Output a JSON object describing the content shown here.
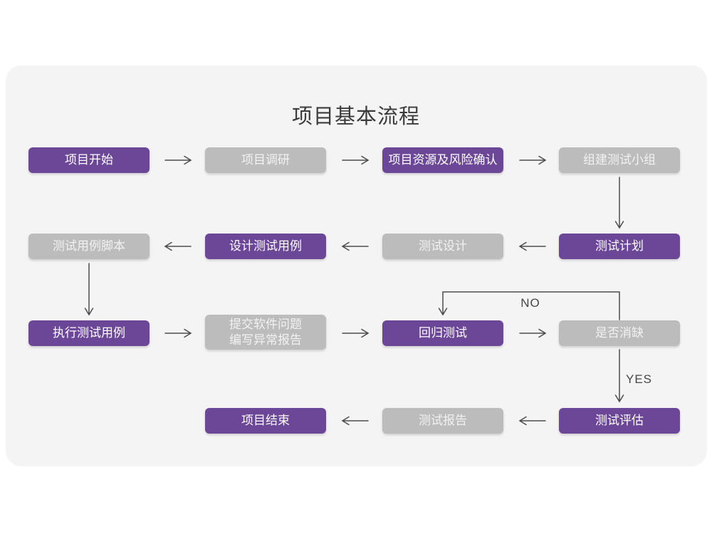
{
  "title": "项目基本流程",
  "flow": {
    "nodes": [
      {
        "label": "项目开始",
        "variant": "purple"
      },
      {
        "label": "项目调研",
        "variant": "gray"
      },
      {
        "label": "项目资源及风险确认",
        "variant": "purple"
      },
      {
        "label": "组建测试小组",
        "variant": "gray"
      },
      {
        "label": "测试计划",
        "variant": "purple"
      },
      {
        "label": "测试设计",
        "variant": "gray"
      },
      {
        "label": "设计测试用例",
        "variant": "purple"
      },
      {
        "label": "测试用例脚本",
        "variant": "gray"
      },
      {
        "label": "执行测试用例",
        "variant": "purple"
      },
      {
        "label": "提交软件问题\n编写异常报告",
        "variant": "gray"
      },
      {
        "label": "回归测试",
        "variant": "purple"
      },
      {
        "label": "是否消缺",
        "variant": "gray"
      },
      {
        "label": "测试评估",
        "variant": "purple"
      },
      {
        "label": "测试报告",
        "variant": "gray"
      },
      {
        "label": "项目结束",
        "variant": "purple"
      }
    ],
    "branch_labels": {
      "no": "NO",
      "yes": "YES"
    }
  },
  "colors": {
    "purple": "#6c4798",
    "gray": "#bcbcbc",
    "card-bg": "#f5f4f5",
    "arrow": "#4d4d4d",
    "title-color": "#3b3b3b",
    "node-text": "#ffffff"
  }
}
